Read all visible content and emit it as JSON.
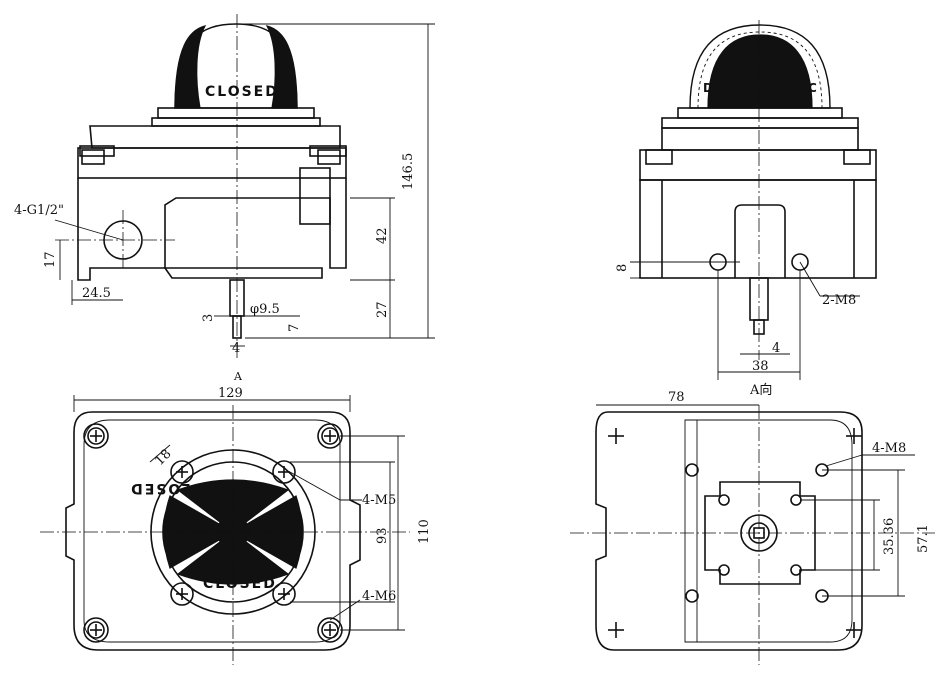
{
  "labels": {
    "closed": "CLOSED",
    "d": "D",
    "c": "C",
    "view_a": "A",
    "view_a_dir": "A向"
  },
  "dims": {
    "h_total": "146.5",
    "h_42": "42",
    "h_27": "27",
    "h_17": "17",
    "w_24_5": "24.5",
    "phi_9_5": "φ9.5",
    "d_3": "3",
    "d_7": "7",
    "d_4": "4",
    "port": "4-G1/2\"",
    "r_8": "8",
    "r_2m8": "2-M8",
    "r_4": "4",
    "r_38": "38",
    "w_129": "129",
    "d_18": "18",
    "m5": "4-M5",
    "m6": "4-M6",
    "h_93": "93",
    "h_110": "110",
    "w_78": "78",
    "m8": "4-M8",
    "h_35_36": "35.36",
    "h_57_1": "57.1"
  }
}
